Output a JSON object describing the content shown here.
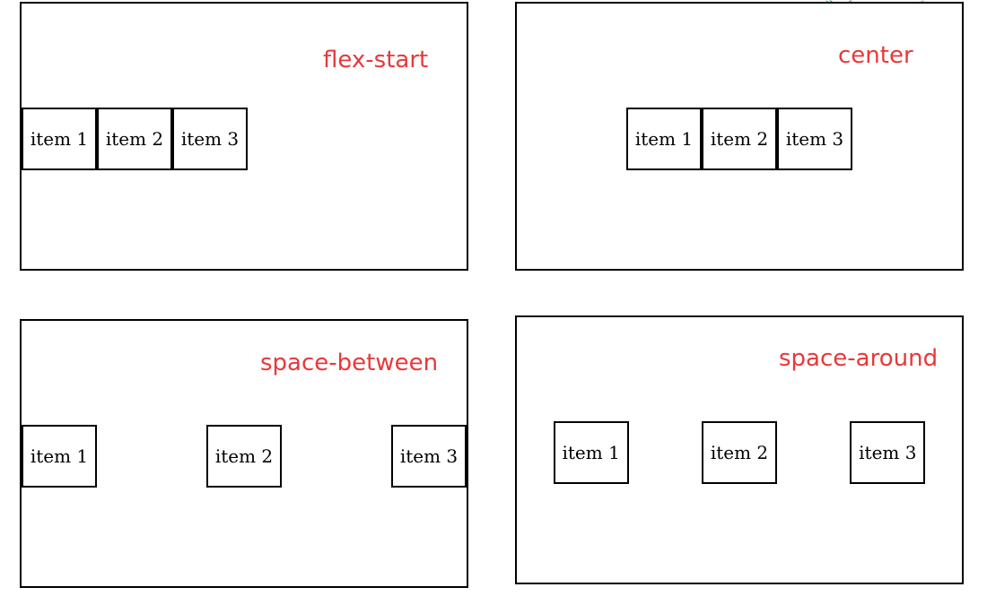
{
  "label_color": "#e8383a",
  "border_color": "#000000",
  "panels": [
    {
      "label": "flex-start",
      "items": [
        "item 1",
        "item 2",
        "item 3"
      ]
    },
    {
      "label": "center",
      "items": [
        "item 1",
        "item 2",
        "item 3"
      ]
    },
    {
      "label": "space-between",
      "items": [
        "item 1",
        "item 2",
        "item 3"
      ]
    },
    {
      "label": "space-around",
      "items": [
        "item 1",
        "item 2",
        "item 3"
      ]
    }
  ]
}
